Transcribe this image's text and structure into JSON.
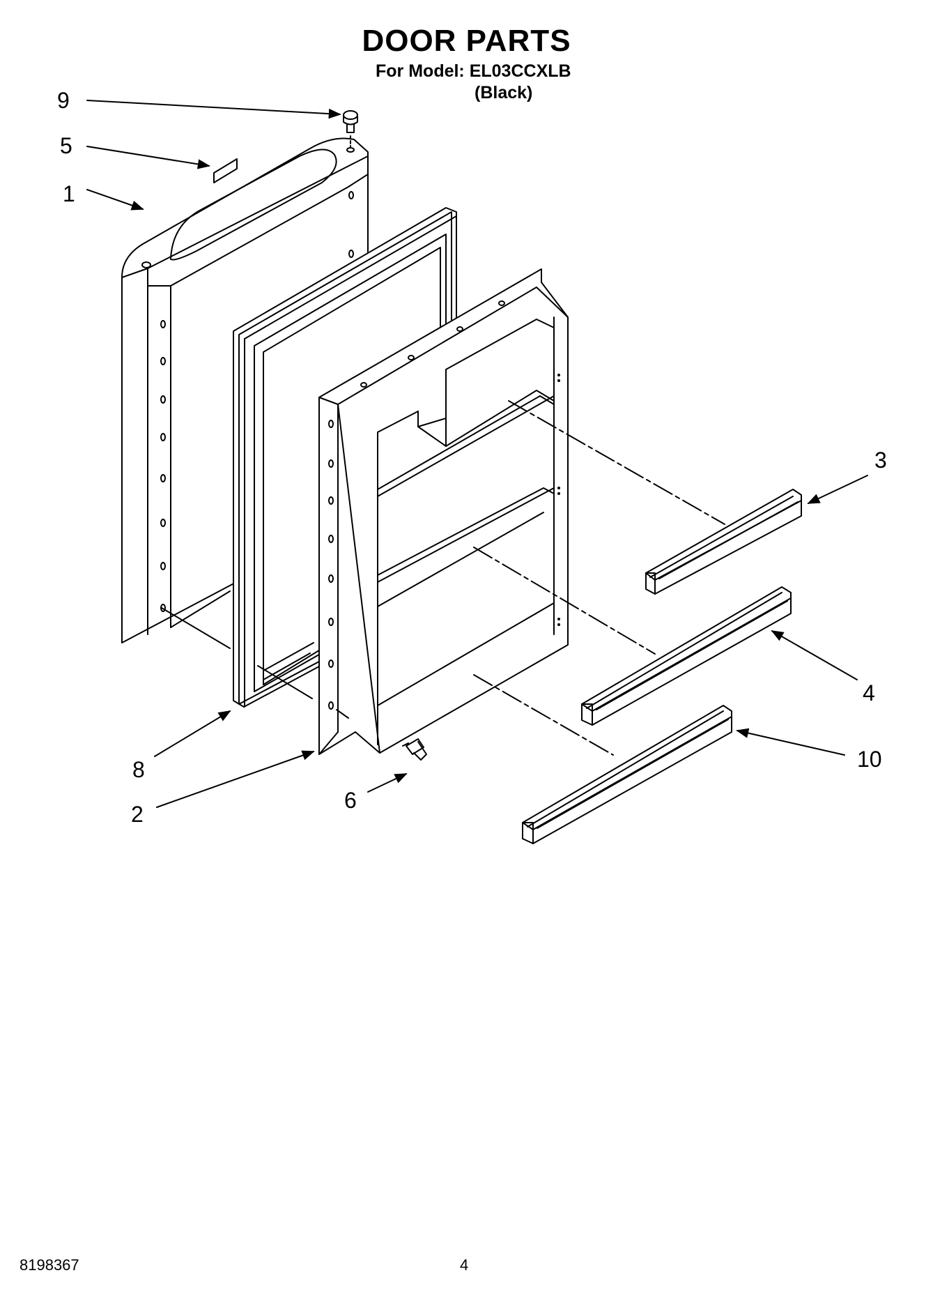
{
  "header": {
    "title": "DOOR PARTS",
    "model_line": "For Model: EL03CCXLB",
    "color_line": "(Black)"
  },
  "callouts": [
    "9",
    "5",
    "1",
    "3",
    "8",
    "2",
    "6",
    "4",
    "10"
  ],
  "footer": {
    "doc_number": "8198367",
    "page_number": "4"
  }
}
